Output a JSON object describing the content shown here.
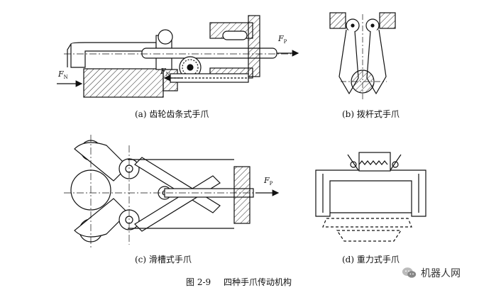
{
  "figure": {
    "caption_number": "图 2-9",
    "caption_title": "四种手爪传动机构",
    "panels": [
      {
        "id": "a",
        "label": "(a) 齿轮齿条式手爪"
      },
      {
        "id": "b",
        "label": "(b) 拨杆式手爪"
      },
      {
        "id": "c",
        "label": "(c) 滑槽式手爪"
      },
      {
        "id": "d",
        "label": "(d) 重力式手爪"
      }
    ],
    "force_labels": {
      "fp_main": "F",
      "fp_sub": "P",
      "fn_main": "F",
      "fn_sub": "N"
    }
  },
  "watermark": {
    "text": "机器人网",
    "icon": "wechat-icon"
  }
}
